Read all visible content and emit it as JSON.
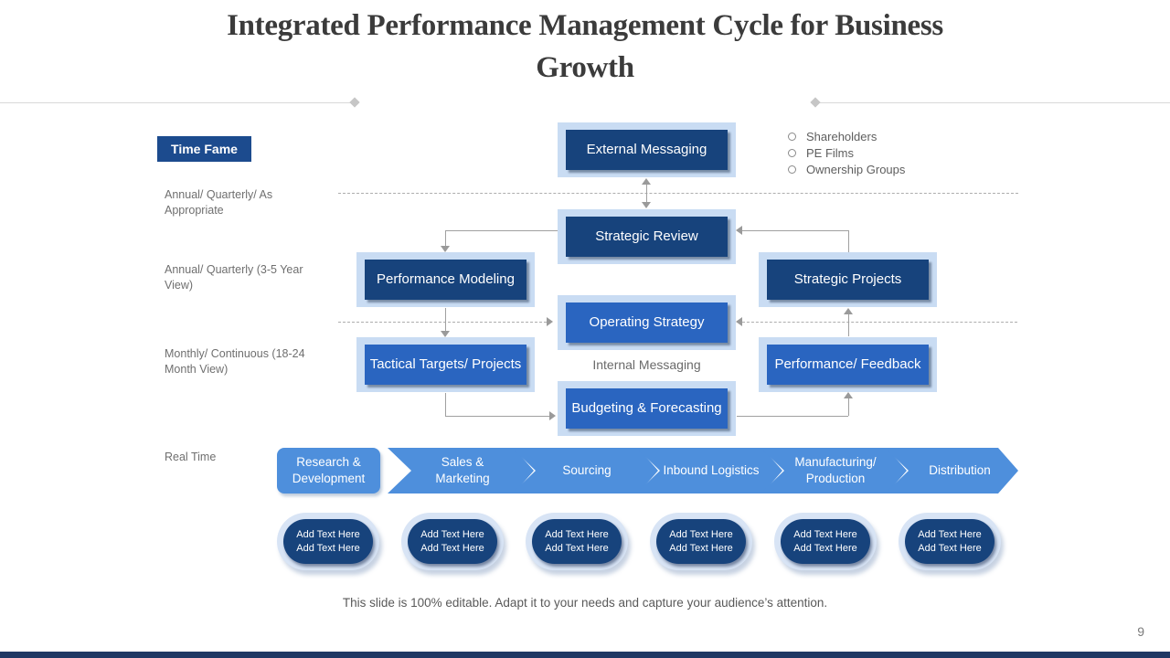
{
  "slide": {
    "title": "Integrated Performance Management Cycle for Business Growth",
    "footer": "This slide is 100% editable. Adapt it to your needs and capture your audience’s attention.",
    "page_number": "9"
  },
  "legend": {
    "label": "Time Fame"
  },
  "timeframes": [
    "Annual/ Quarterly/ As Appropriate",
    "Annual/ Quarterly (3-5 Year View)",
    "Monthly/ Continuous (18-24 Month View)",
    "Real Time"
  ],
  "stakeholders": {
    "items": [
      "Shareholders",
      "PE Films",
      "Ownership Groups"
    ]
  },
  "flow": {
    "boxes": [
      {
        "label": "External Messaging",
        "tone": "dark"
      },
      {
        "label": "Strategic Review",
        "tone": "dark"
      },
      {
        "label": "Performance Modeling",
        "tone": "dark"
      },
      {
        "label": "Strategic Projects",
        "tone": "dark"
      },
      {
        "label": "Operating Strategy",
        "tone": "bright"
      },
      {
        "label": "Tactical Targets/ Projects",
        "tone": "bright"
      },
      {
        "label": "Performance/ Feedback",
        "tone": "bright"
      },
      {
        "label": "Budgeting & Forecasting",
        "tone": "bright"
      }
    ],
    "internal_messaging_label": "Internal Messaging"
  },
  "process": {
    "stages": [
      "Research & Development",
      "Sales & Marketing",
      "Sourcing",
      "Inbound Logistics",
      "Manufacturing/ Production",
      "Distribution"
    ]
  },
  "placeholders": {
    "line1": "Add Text Here",
    "line2": "Add Text Here"
  },
  "colors": {
    "navy_box": "#17437c",
    "bright_blue_box": "#2a65c0",
    "chevron_blue": "#4e8fdc",
    "light_frame_blue": "#c9dcf3",
    "pill_ring_blue": "#d8e4f5",
    "badge_navy": "#1c4b8e",
    "accent_bar_navy": "#1f3864",
    "connector_gray": "#a0a0a0",
    "label_gray": "#6f6f6f"
  }
}
